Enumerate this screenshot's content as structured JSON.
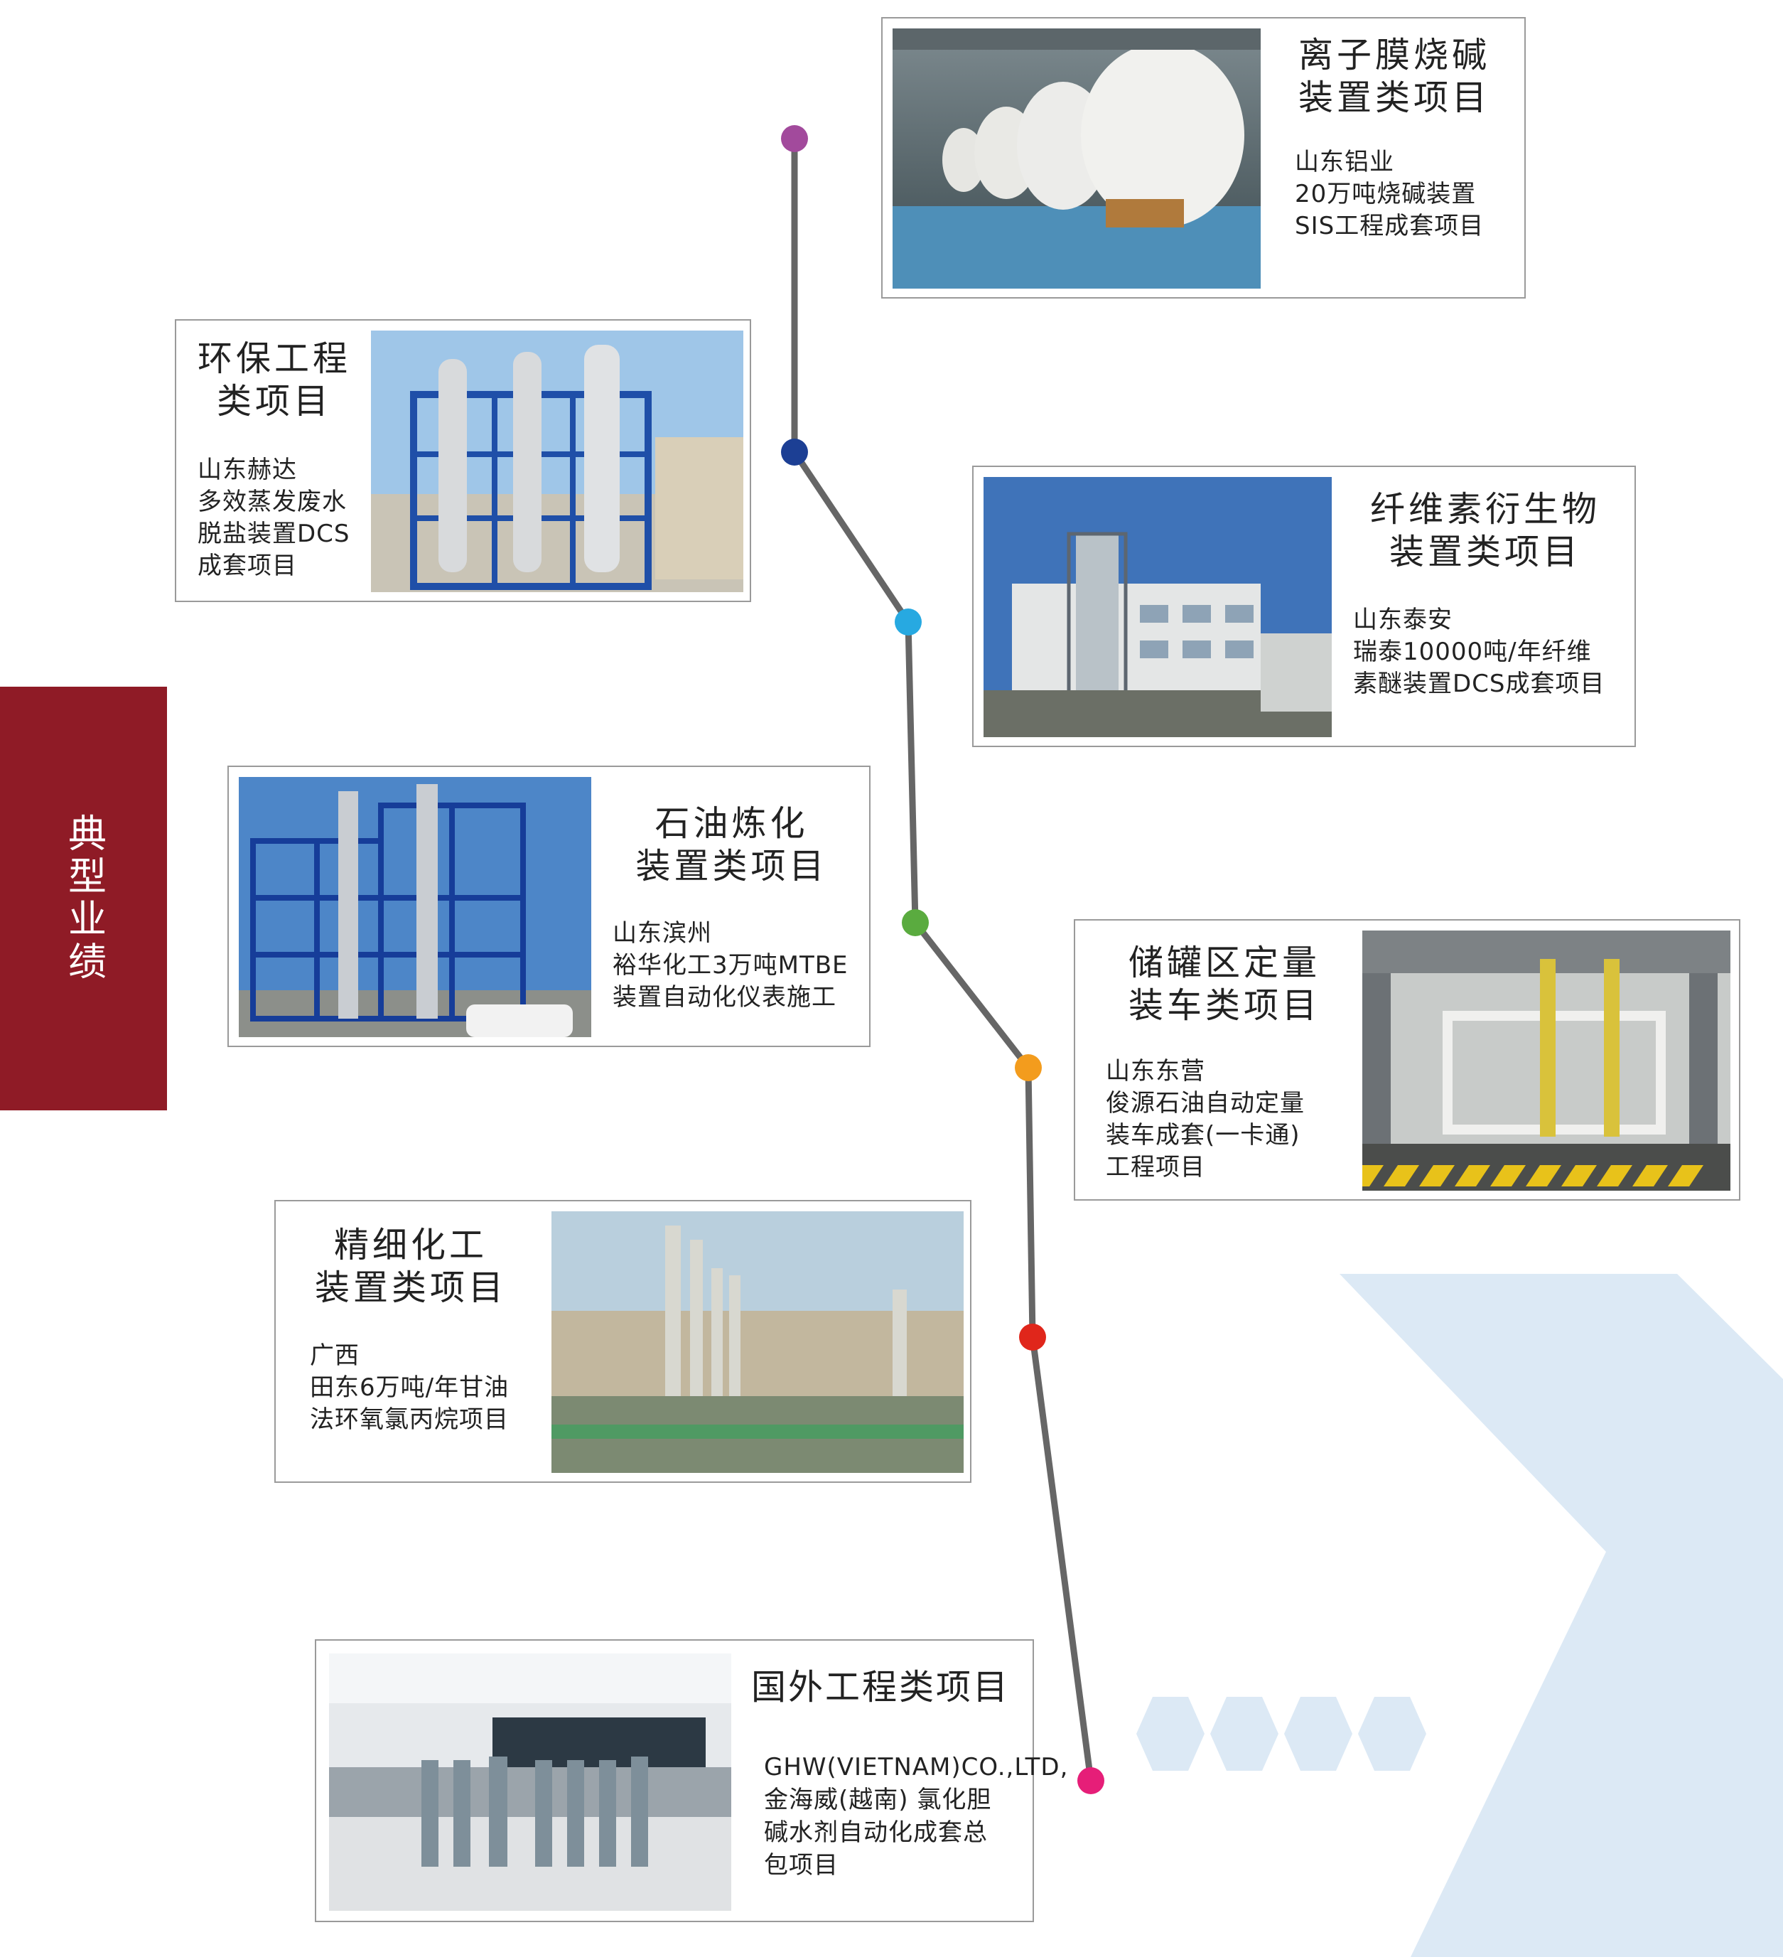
{
  "side_tab": {
    "label": "典型业绩"
  },
  "colors": {
    "side_tab": "#8f1b26",
    "timeline_line": "#666666",
    "dot_1": "#a24a9c",
    "dot_2": "#1c3f94",
    "dot_3": "#27a9e1",
    "dot_4": "#5aab3f",
    "dot_5": "#f39c1d",
    "dot_6": "#e0261b",
    "dot_7": "#e61e78",
    "decor": "#dce9f5"
  },
  "projects": [
    {
      "title": "离子膜烧碱\n装置类项目",
      "desc": "山东铝业\n20万吨烧碱装置\nSIS工程成套项目"
    },
    {
      "title": "环保工程\n类项目",
      "desc": "山东赫达\n多效蒸发废水\n脱盐装置DCS\n成套项目"
    },
    {
      "title": "纤维素衍生物\n装置类项目",
      "desc": "山东泰安\n瑞泰10000吨/年纤维\n素醚装置DCS成套项目"
    },
    {
      "title": "石油炼化\n装置类项目",
      "desc": "山东滨州\n裕华化工3万吨MTBE\n装置自动化仪表施工"
    },
    {
      "title": "储罐区定量\n装车类项目",
      "desc": "山东东营\n俊源石油自动定量\n装车成套(一卡通)\n工程项目"
    },
    {
      "title": "精细化工\n装置类项目",
      "desc": "广西\n田东6万吨/年甘油\n法环氧氯丙烷项目"
    },
    {
      "title": "国外工程类项目",
      "desc": "GHW(VIETNAM)CO.,LTD,\n金海威(越南) 氯化胆\n碱水剂自动化成套总\n包项目"
    }
  ],
  "photos": [
    {
      "name": "caustic-soda-plant-photo"
    },
    {
      "name": "evaporation-plant-photo"
    },
    {
      "name": "cellulose-plant-photo"
    },
    {
      "name": "refinery-photo"
    },
    {
      "name": "tank-loading-photo"
    },
    {
      "name": "fine-chemical-plant-photo"
    },
    {
      "name": "control-room-team-photo"
    }
  ]
}
